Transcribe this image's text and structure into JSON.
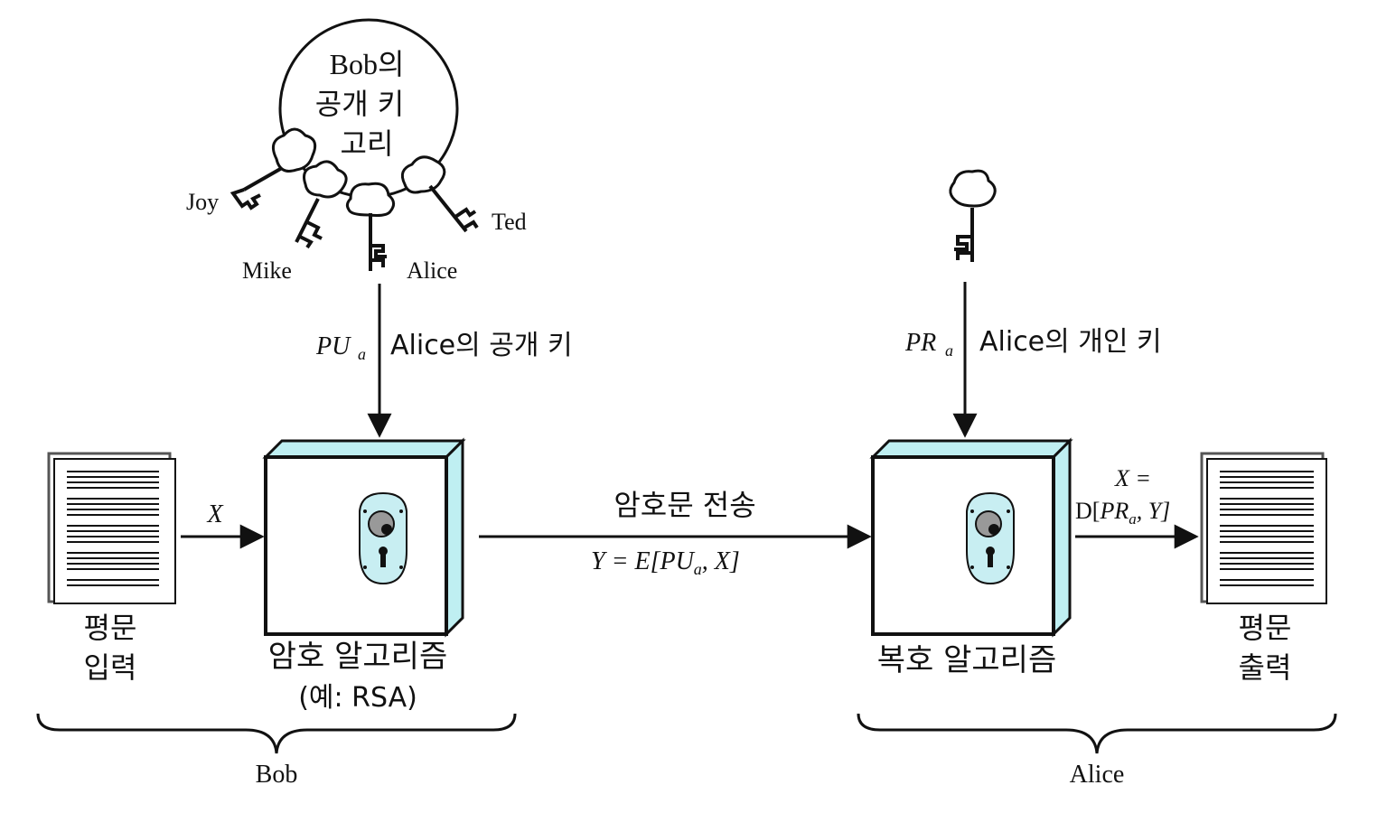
{
  "ring": {
    "title_lines": [
      "Bob의",
      "공개 키",
      "고리"
    ]
  },
  "ring_keys": {
    "joy": "Joy",
    "mike": "Mike",
    "alice": "Alice",
    "ted": "Ted"
  },
  "public_key": {
    "symbol": "PU",
    "subscript": "a",
    "label": "Alice의 공개 키"
  },
  "private_key": {
    "symbol": "PR",
    "subscript": "a",
    "label": "Alice의 개인 키"
  },
  "plaintext_input": {
    "lines": [
      "평문",
      "입력"
    ],
    "var": "X"
  },
  "encrypt": {
    "label": "암호 알고리즘",
    "sublabel": "(예: RSA)"
  },
  "transmit": {
    "label": "암호문 전송",
    "eq_prefix": "Y = E[",
    "eq_pu": "PU",
    "eq_sub": "a",
    "eq_suffix": ", X]"
  },
  "decrypt": {
    "label": "복호 알고리즘",
    "out_eq_line1": "X =",
    "out_eq_prefix": "D[",
    "out_eq_pr": "PR",
    "out_eq_sub": "a",
    "out_eq_suffix": ", Y]"
  },
  "plaintext_output": {
    "lines": [
      "평문",
      "출력"
    ]
  },
  "groups": {
    "left": "Bob",
    "right": "Alice"
  },
  "colors": {
    "box_side": "#bfeff2",
    "keyhole_plate": "#c8eef2",
    "ink": "#111111",
    "paper_shadow": "#888888"
  }
}
